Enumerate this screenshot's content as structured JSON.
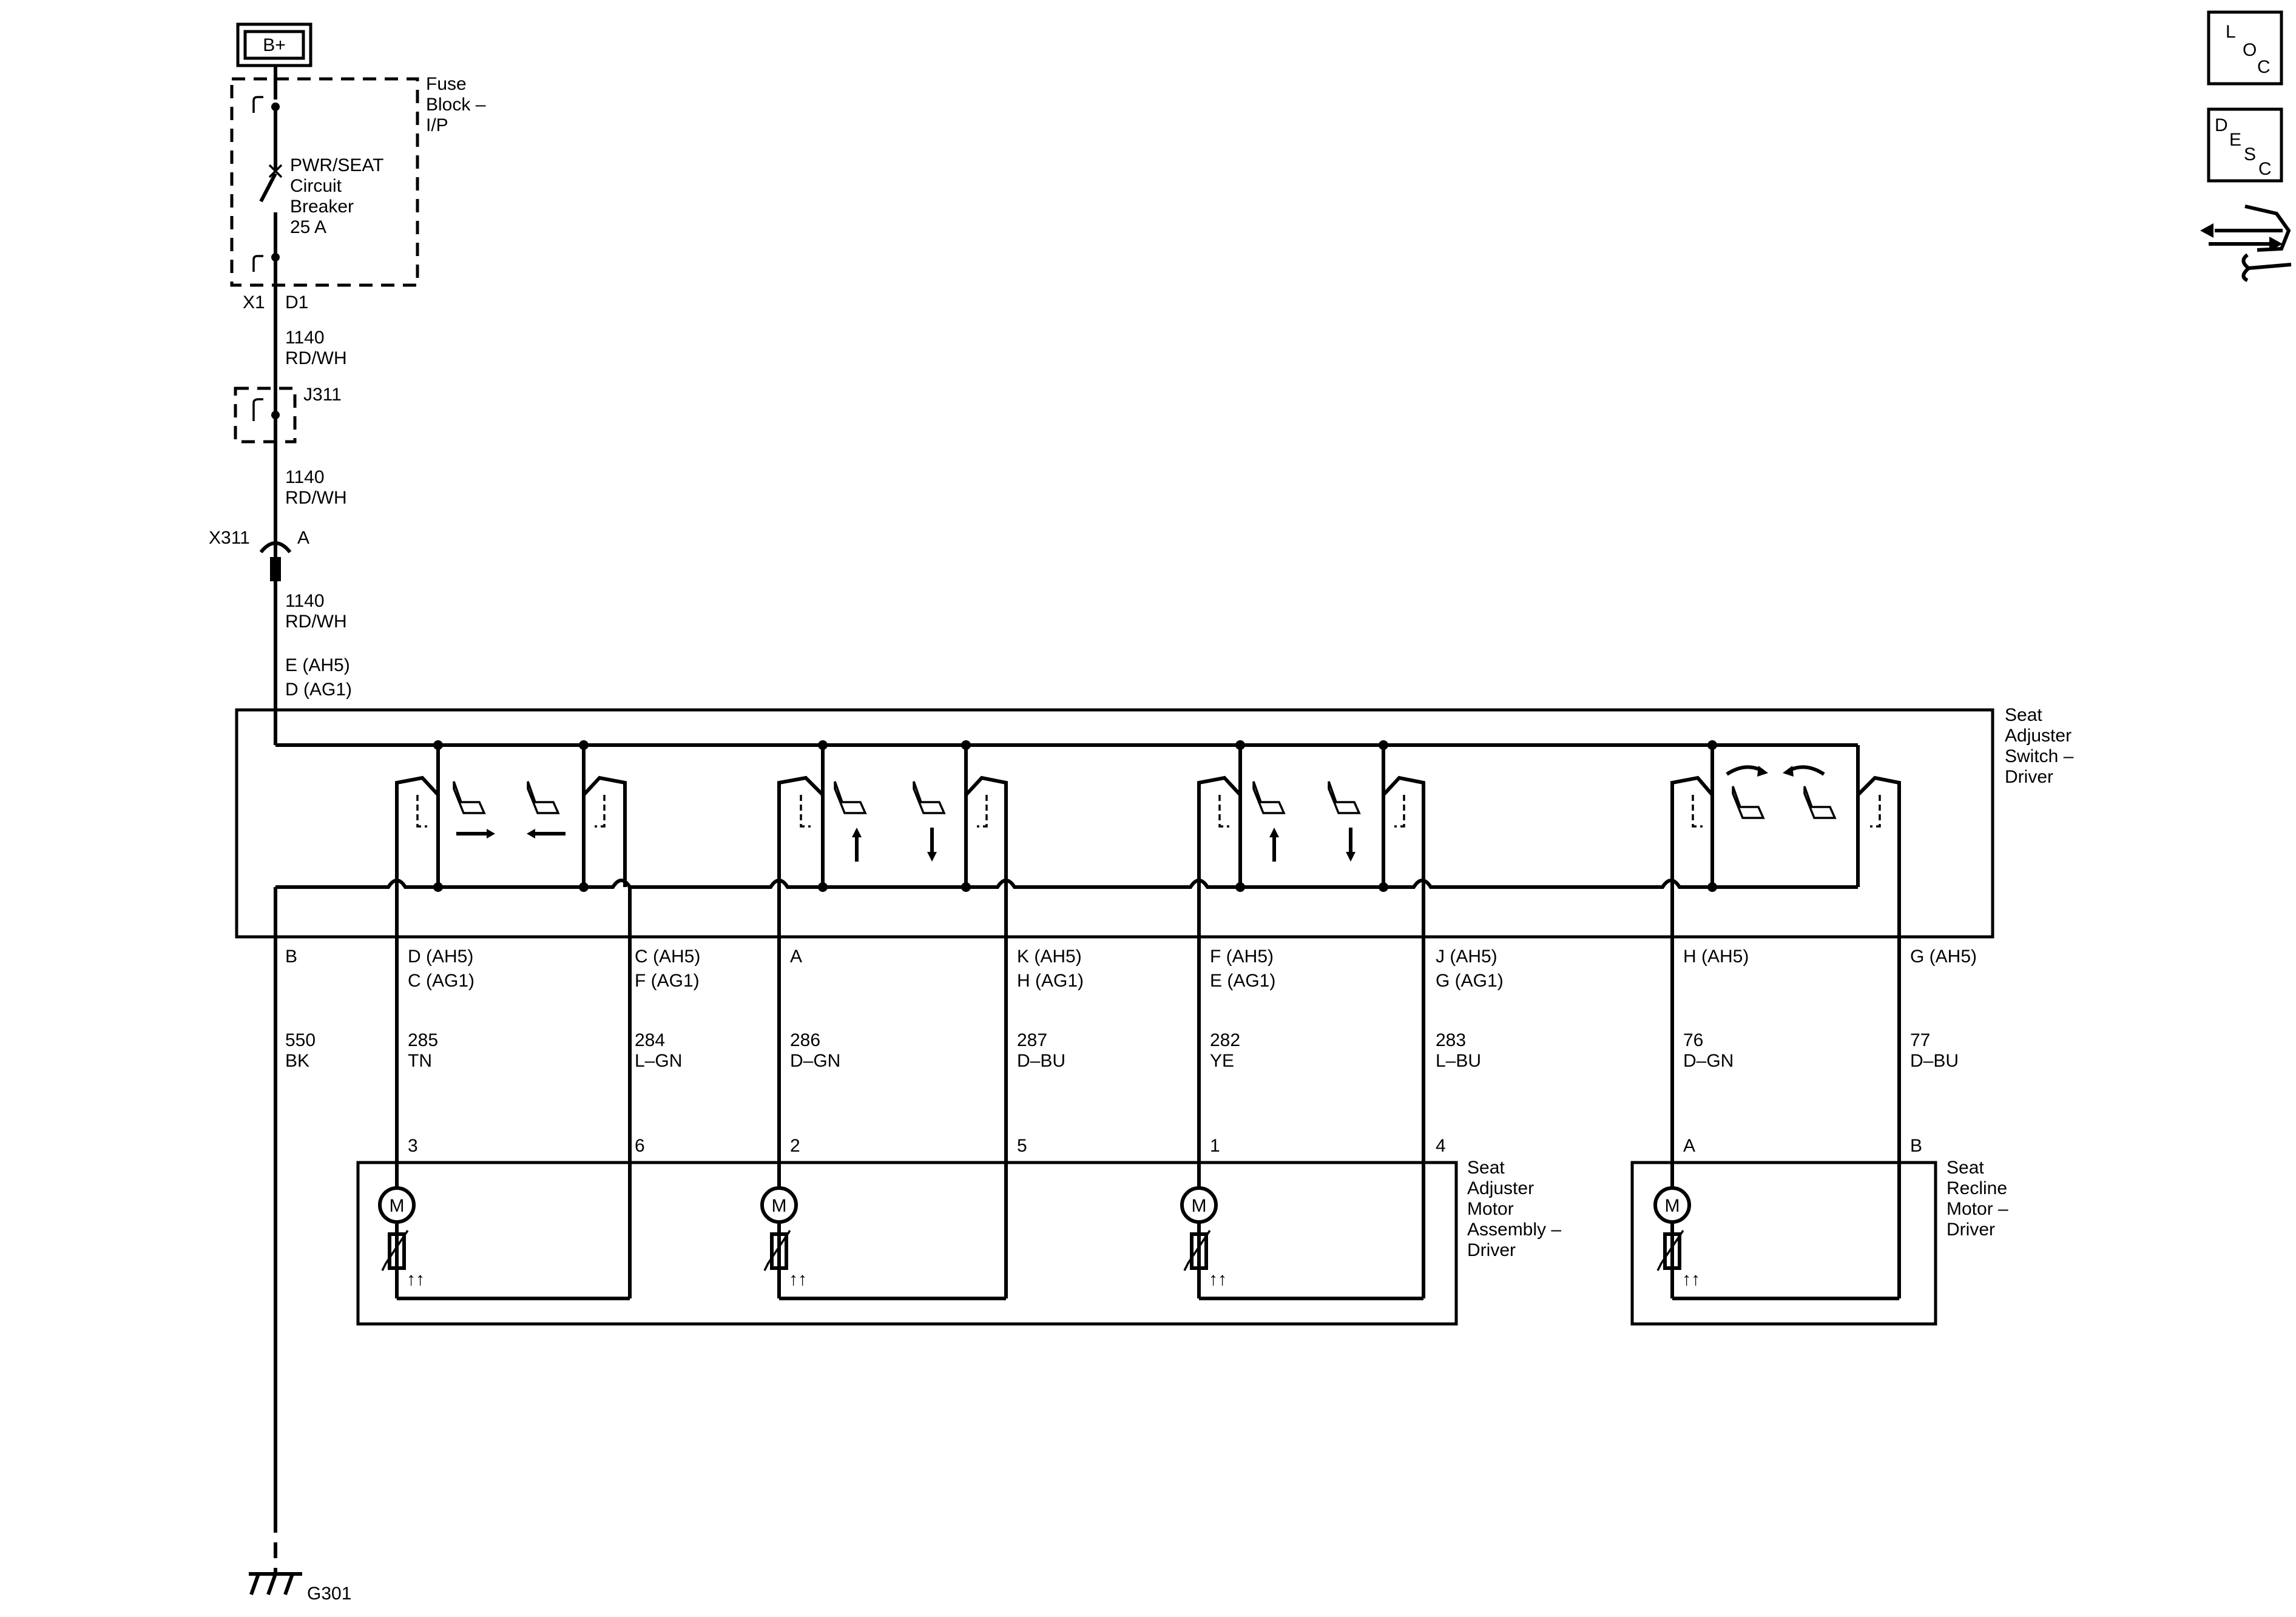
{
  "power": {
    "source": "B+"
  },
  "fuse_block": {
    "name_lines": [
      "Fuse",
      "Block –",
      "I/P"
    ],
    "breaker_lines": [
      "PWR/SEAT",
      "Circuit",
      "Breaker",
      "25 A"
    ],
    "connector_left": "X1",
    "connector_right": "D1"
  },
  "splice": {
    "name": "J311"
  },
  "inline_connector": {
    "name": "X311",
    "pin": "A"
  },
  "feed_wires": [
    {
      "circuit": "1140",
      "color": "RD/WH"
    },
    {
      "circuit": "1140",
      "color": "RD/WH"
    },
    {
      "circuit": "1140",
      "color": "RD/WH"
    }
  ],
  "switch": {
    "name_lines": [
      "Seat",
      "Adjuster",
      "Switch –",
      "Driver"
    ],
    "feed_pins": [
      "E (AH5)",
      "D (AG1)"
    ]
  },
  "switch_wires": [
    {
      "pin_lines": [
        "B"
      ],
      "circuit": "550",
      "color": "BK"
    },
    {
      "pin_lines": [
        "D (AH5)",
        "C (AG1)"
      ],
      "circuit": "285",
      "color": "TN",
      "motor_pin": "3"
    },
    {
      "pin_lines": [
        "C (AH5)",
        "F (AG1)"
      ],
      "circuit": "284",
      "color": "L–GN",
      "motor_pin": "6"
    },
    {
      "pin_lines": [
        "A"
      ],
      "circuit": "286",
      "color": "D–GN",
      "motor_pin": "2"
    },
    {
      "pin_lines": [
        "K (AH5)",
        "H (AG1)"
      ],
      "circuit": "287",
      "color": "D–BU",
      "motor_pin": "5"
    },
    {
      "pin_lines": [
        "F (AH5)",
        "E (AG1)"
      ],
      "circuit": "282",
      "color": "YE",
      "motor_pin": "1"
    },
    {
      "pin_lines": [
        "J (AH5)",
        "G (AG1)"
      ],
      "circuit": "283",
      "color": "L–BU",
      "motor_pin": "4"
    },
    {
      "pin_lines": [
        "H (AH5)"
      ],
      "circuit": "76",
      "color": "D–GN",
      "motor_pin": "A"
    },
    {
      "pin_lines": [
        "G (AH5)"
      ],
      "circuit": "77",
      "color": "D–BU",
      "motor_pin": "B"
    }
  ],
  "motor_assembly": {
    "name_lines": [
      "Seat",
      "Adjuster",
      "Motor",
      "Assembly –",
      "Driver"
    ]
  },
  "recline_motor": {
    "name_lines": [
      "Seat",
      "Recline",
      "Motor –",
      "Driver"
    ]
  },
  "motor_symbol": "M",
  "ground": {
    "name": "G301"
  },
  "nav": {
    "loc": [
      "L",
      "O",
      "C"
    ],
    "desc": [
      "D",
      "E",
      "S",
      "C"
    ],
    "icon": "connector-wrench-icon"
  }
}
